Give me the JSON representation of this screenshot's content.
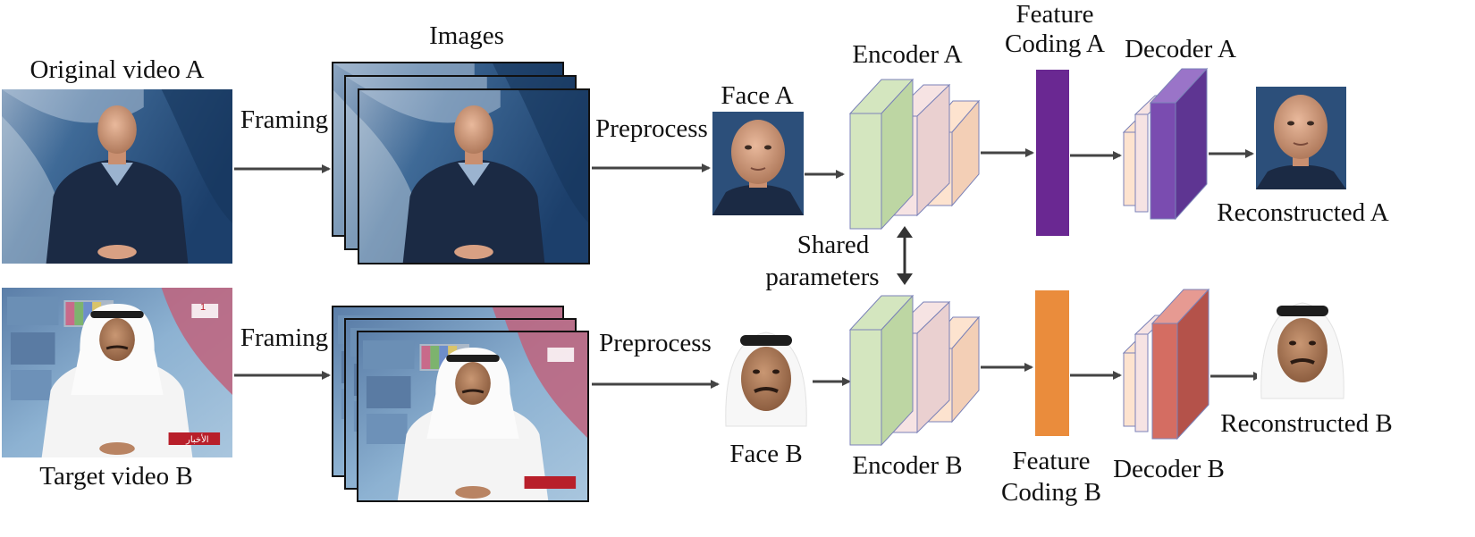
{
  "labels": {
    "original_video_a": "Original video A",
    "images": "Images",
    "framing_a": "Framing",
    "preprocess_a": "Preprocess",
    "face_a": "Face A",
    "encoder_a": "Encoder A",
    "feature_coding_a_line1": "Feature",
    "feature_coding_a_line2": "Coding A",
    "decoder_a": "Decoder A",
    "reconstructed_a": "Reconstructed A",
    "shared_line1": "Shared",
    "shared_line2": "parameters",
    "target_video_b": "Target video B",
    "framing_b": "Framing",
    "preprocess_b": "Preprocess",
    "face_b": "Face B",
    "encoder_b": "Encoder B",
    "feature_coding_b_line1": "Feature",
    "feature_coding_b_line2": "Coding B",
    "decoder_b": "Decoder B",
    "reconstructed_b": "Reconstructed B"
  },
  "broadcast_overlay": {
    "channel_badge": "1",
    "ticker_text": "الأخبار"
  },
  "colors": {
    "encoder_front": "#d4e6bf",
    "encoder_mid": "#f6e3e3",
    "encoder_back": "#fde3cf",
    "block_edge": "#7b82b8",
    "feature_a": "#6a2892",
    "feature_b": "#ea8c3c",
    "decoder_a": "#7a4cb0",
    "decoder_b": "#d46d62",
    "arrow": "#444444",
    "studio_a": "#234a78",
    "studio_b": "#7fa8cc"
  }
}
